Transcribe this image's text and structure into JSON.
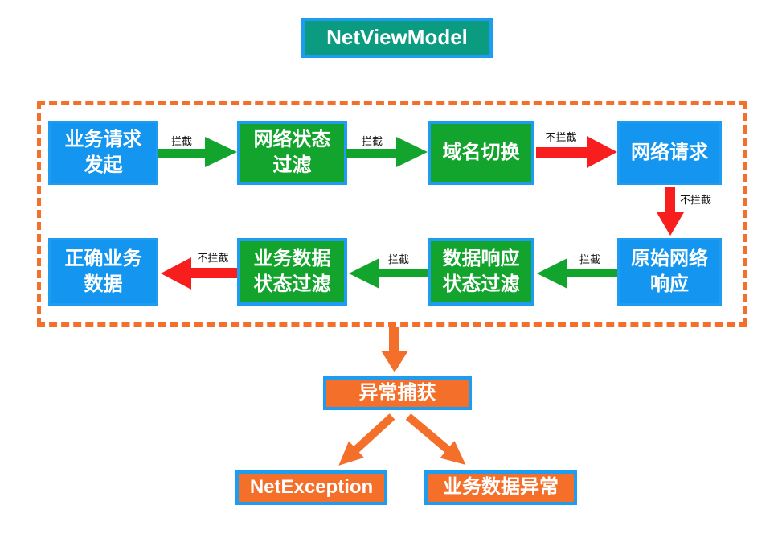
{
  "title": "NetViewModel",
  "pipeline": {
    "nodes": {
      "business_request": "业务请求\n发起",
      "network_status_filter": "网络状态\n过滤",
      "domain_switch": "域名切换",
      "network_request": "网络请求",
      "raw_network_response": "原始网络\n响应",
      "data_response_filter": "数据响应\n状态过滤",
      "business_data_filter": "业务数据\n状态过滤",
      "correct_business_data": "正确业务\n数据"
    },
    "edge_labels": {
      "request_to_filter": "拦截",
      "filter_to_domain": "拦截",
      "domain_to_request": "不拦截",
      "request_to_response": "不拦截",
      "response_to_data_filter": "拦截",
      "data_filter_to_business_filter": "拦截",
      "business_filter_to_correct": "不拦截"
    }
  },
  "exception": {
    "catch_label": "异常捕获",
    "net_exception": "NetException",
    "business_data_exception": "业务数据异常"
  },
  "colors": {
    "node_blue": "#1496F0",
    "node_green": "#12A42C",
    "title_teal": "#0A9B80",
    "accent_orange": "#F4702A",
    "arrow_red": "#F81E1E",
    "border_blue": "#1E9DF0"
  }
}
